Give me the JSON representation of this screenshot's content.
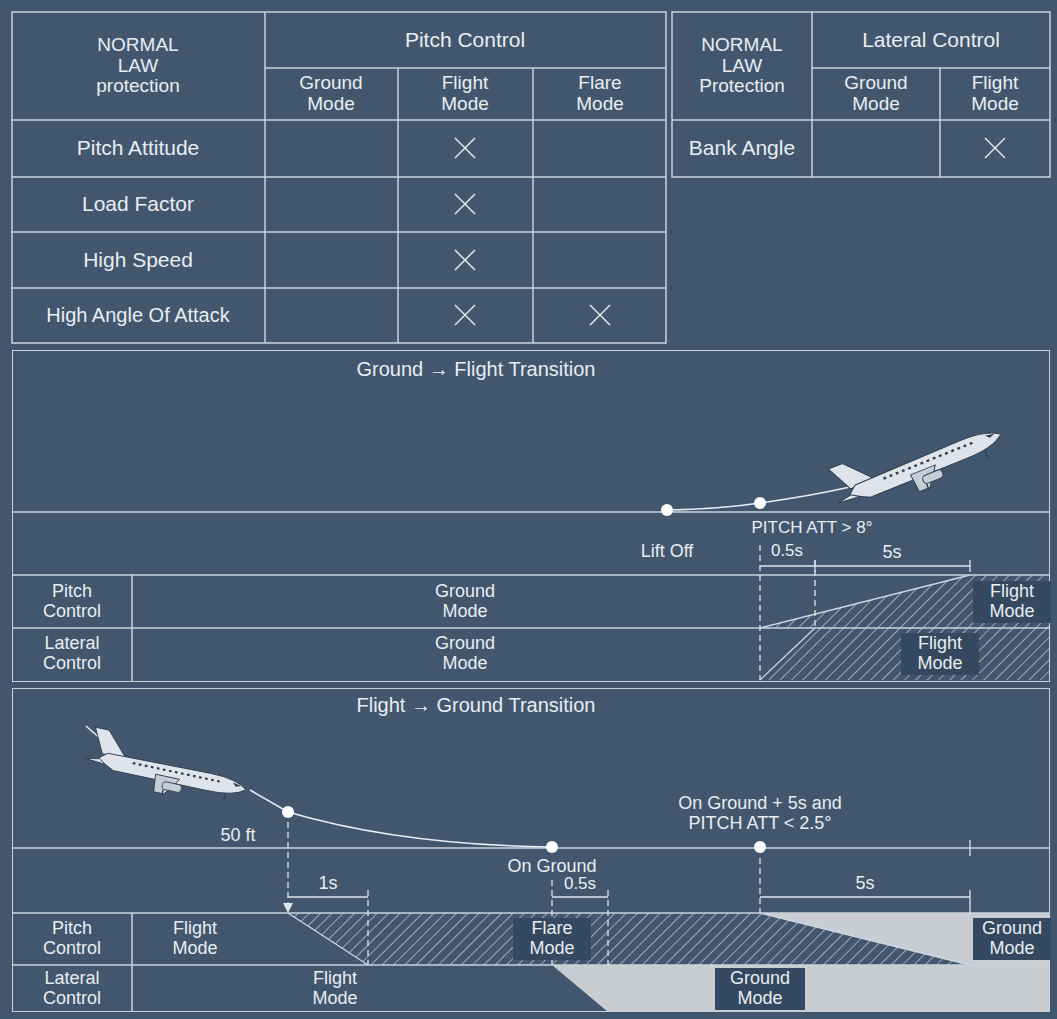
{
  "diagram": {
    "nodes": [
      {
        "text": [
          "Ground → Flight Transition"
        ]
      },
      {
        "text": [
          "Flight → Ground Transition"
        ]
      }
    ],
    "labels": [
      "NORMAL LAW protection",
      "Pitch Control",
      "Ground Mode",
      "Flight Mode",
      "Flare Mode",
      "Pitch Attitude",
      "Load Factor",
      "High Speed",
      "High Angle Of Attack",
      "NORMAL LAW Protection",
      "Lateral Control",
      "Ground Mode",
      "Flight Mode",
      "Bank Angle",
      "Lift Off",
      "PITCH ATT > 8°",
      "0.5s",
      "5s",
      "Pitch Control",
      "Ground Mode",
      "Flight Mode",
      "Lateral Control",
      "Ground Mode",
      "Flight Mode",
      "50 ft",
      "On Ground",
      "On Ground + 5s and PITCH ATT < 2.5°",
      "1s",
      "0.5s",
      "5s",
      "Pitch Control",
      "Flight Mode",
      "Flare Mode",
      "Ground Mode",
      "Lateral Control",
      "Flight Mode",
      "Ground Mode"
    ]
  }
}
